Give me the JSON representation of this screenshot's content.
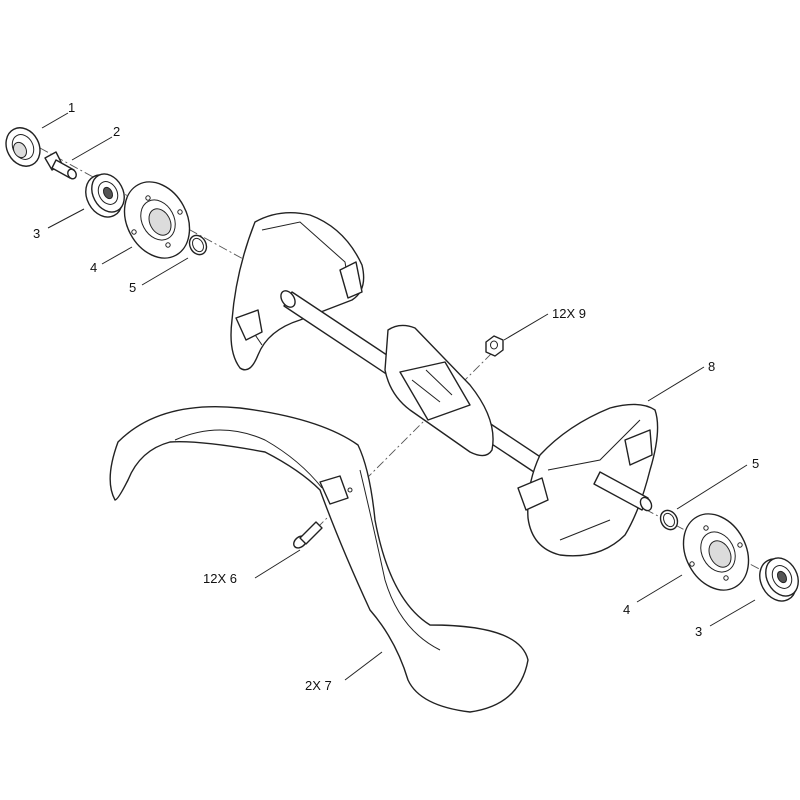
{
  "callouts": {
    "c1": "1",
    "c2": "2",
    "c3a": "3",
    "c4a": "4",
    "c5a": "5",
    "c9": "12X  9",
    "c8": "8",
    "c5b": "5",
    "c6": "12X  6",
    "c4b": "4",
    "c3b": "3",
    "c7": "2X  7"
  }
}
